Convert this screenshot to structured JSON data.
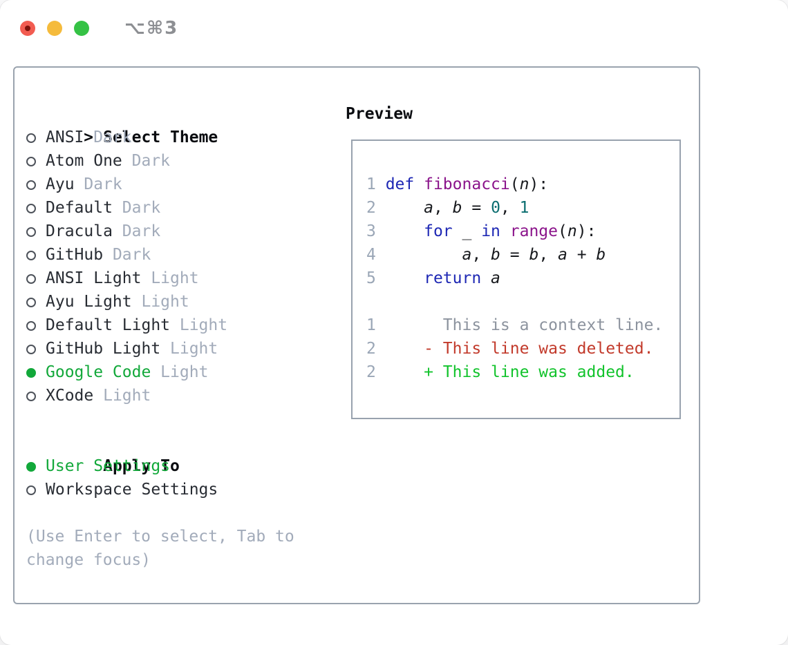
{
  "titlebar": {
    "title": "⌥⌘3"
  },
  "panel": {
    "select_theme": {
      "pointer": ">",
      "label": "Select Theme"
    },
    "themes": [
      {
        "name": "ANSI",
        "variant": "Dark",
        "selected": false
      },
      {
        "name": "Atom One",
        "variant": "Dark",
        "selected": false
      },
      {
        "name": "Ayu",
        "variant": "Dark",
        "selected": false
      },
      {
        "name": "Default",
        "variant": "Dark",
        "selected": false
      },
      {
        "name": "Dracula",
        "variant": "Dark",
        "selected": false
      },
      {
        "name": "GitHub",
        "variant": "Dark",
        "selected": false
      },
      {
        "name": "ANSI Light",
        "variant": "Light",
        "selected": false
      },
      {
        "name": "Ayu Light",
        "variant": "Light",
        "selected": false
      },
      {
        "name": "Default Light",
        "variant": "Light",
        "selected": false
      },
      {
        "name": "GitHub Light",
        "variant": "Light",
        "selected": false
      },
      {
        "name": "Google Code",
        "variant": "Light",
        "selected": true
      },
      {
        "name": "XCode",
        "variant": "Light",
        "selected": false
      }
    ],
    "apply_to": {
      "label": "Apply To",
      "options": [
        {
          "label": "User Settings",
          "selected": true
        },
        {
          "label": "Workspace Settings",
          "selected": false
        }
      ]
    },
    "hint_lines": [
      "(Use Enter to select, Tab to",
      "change focus)"
    ]
  },
  "preview": {
    "label": "Preview",
    "lines": [
      {
        "num": "1",
        "tokens": [
          [
            "k",
            "def"
          ],
          [
            "p",
            " "
          ],
          [
            "f",
            "fibonacci"
          ],
          [
            "p",
            "("
          ],
          [
            "v",
            "n"
          ],
          [
            "p",
            "):"
          ]
        ]
      },
      {
        "num": "2",
        "tokens": [
          [
            "p",
            "    "
          ],
          [
            "v",
            "a"
          ],
          [
            "p",
            ", "
          ],
          [
            "v",
            "b"
          ],
          [
            "p",
            " = "
          ],
          [
            "n",
            "0"
          ],
          [
            "p",
            ", "
          ],
          [
            "n",
            "1"
          ]
        ]
      },
      {
        "num": "3",
        "tokens": [
          [
            "p",
            "    "
          ],
          [
            "k",
            "for"
          ],
          [
            "p",
            " _ "
          ],
          [
            "k",
            "in"
          ],
          [
            "p",
            " "
          ],
          [
            "f",
            "range"
          ],
          [
            "p",
            "("
          ],
          [
            "v",
            "n"
          ],
          [
            "p",
            "):"
          ]
        ]
      },
      {
        "num": "4",
        "tokens": [
          [
            "p",
            "        "
          ],
          [
            "v",
            "a"
          ],
          [
            "p",
            ", "
          ],
          [
            "v",
            "b"
          ],
          [
            "p",
            " = "
          ],
          [
            "v",
            "b"
          ],
          [
            "p",
            ", "
          ],
          [
            "v",
            "a"
          ],
          [
            "p",
            " + "
          ],
          [
            "v",
            "b"
          ]
        ]
      },
      {
        "num": "5",
        "tokens": [
          [
            "p",
            "    "
          ],
          [
            "k",
            "return"
          ],
          [
            "p",
            " "
          ],
          [
            "v",
            "a"
          ]
        ]
      },
      {
        "num": "",
        "tokens": []
      },
      {
        "num": "1",
        "tokens": [
          [
            "c",
            "      This is a context line."
          ]
        ]
      },
      {
        "num": "2",
        "tokens": [
          [
            "d",
            "    - This line was deleted."
          ]
        ]
      },
      {
        "num": "2",
        "tokens": [
          [
            "a",
            "    + This line was added."
          ]
        ]
      }
    ]
  },
  "colors": {
    "accent_green": "#12a83a",
    "muted_gray": "#a2abba",
    "text_dark": "#282c33",
    "border_gray": "#98a2ae",
    "syntax_keyword": "#1e28b4",
    "syntax_function": "#8b148b",
    "syntax_number": "#0b6e70",
    "diff_context": "#8c939e",
    "diff_deleted": "#c23a2b",
    "diff_added": "#12c32c",
    "traffic_red": "#f25c51",
    "traffic_yellow": "#f5bb3c",
    "traffic_green": "#35c245"
  }
}
